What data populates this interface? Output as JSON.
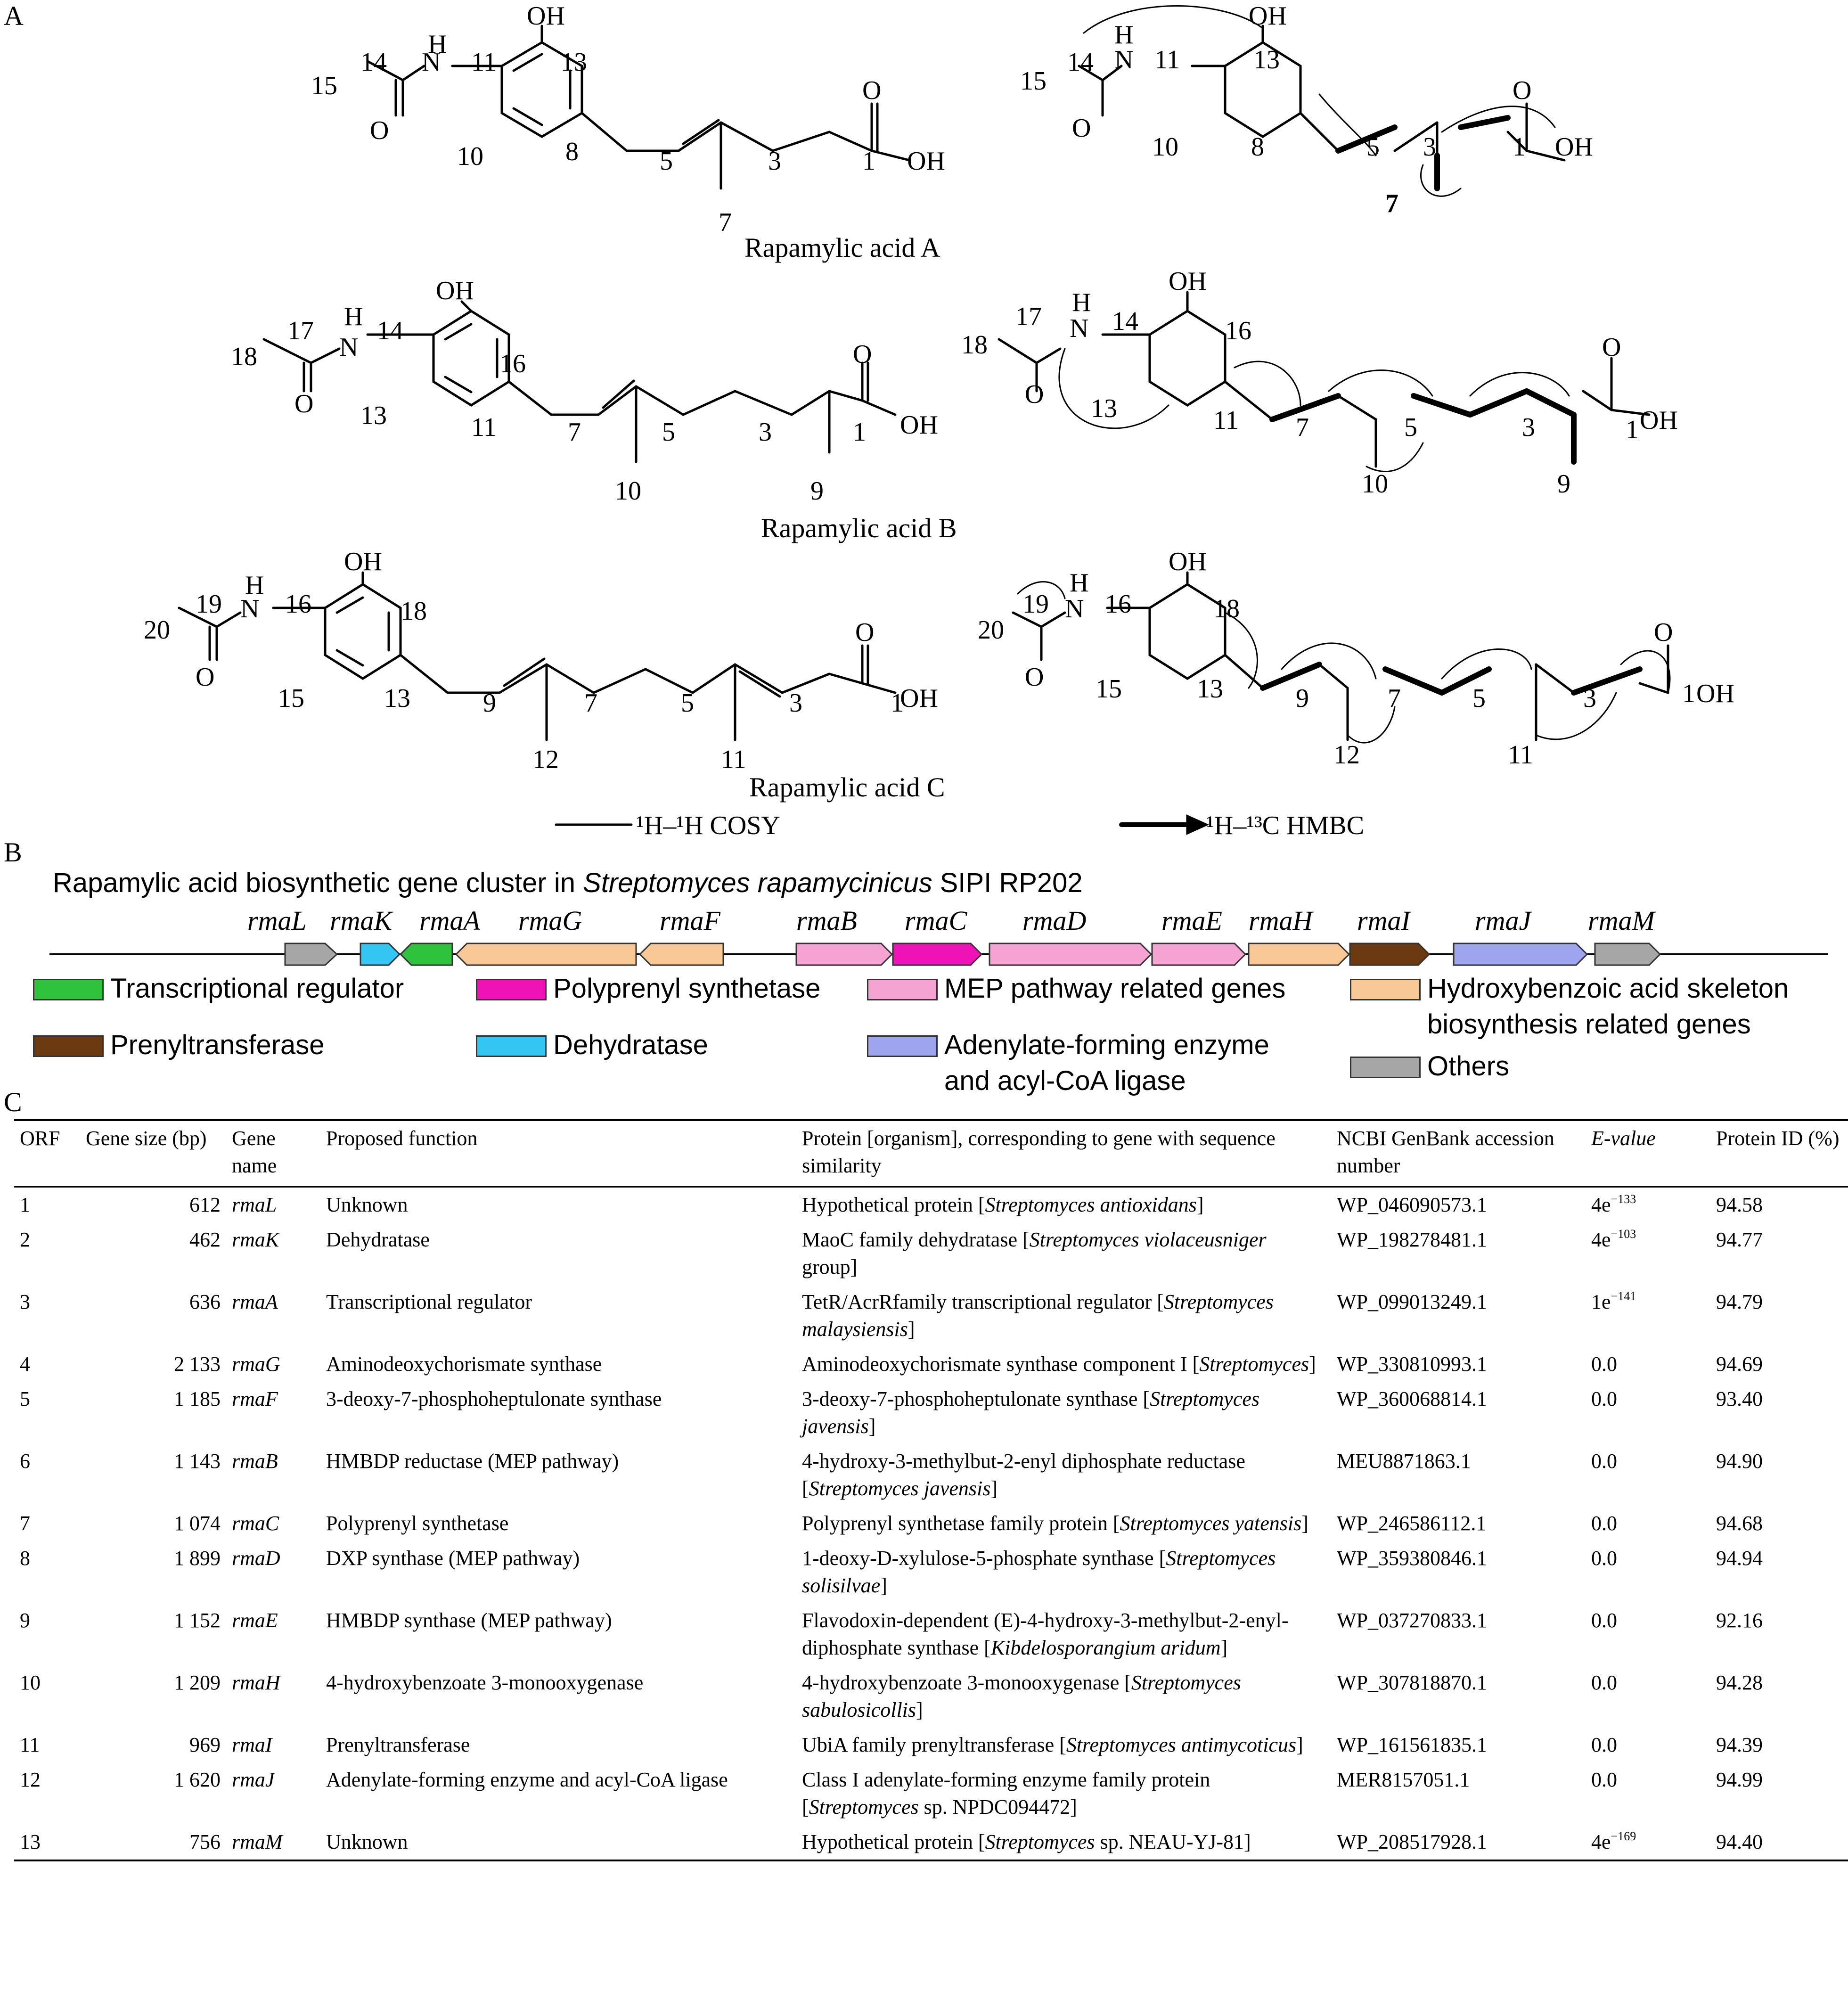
{
  "panel_labels": {
    "a": "A",
    "b": "B",
    "c": "C"
  },
  "molecules": {
    "a": {
      "name": "Rapamylic acid A",
      "numbers": [
        "14",
        "11",
        "13",
        "15",
        "1",
        "10",
        "8",
        "5",
        "3",
        "7"
      ],
      "oh": "OH",
      "nh_h": "H",
      "nh_n": "N",
      "o": "O",
      "acid_o": "O",
      "acid_oh": "OH"
    },
    "b": {
      "name": "Rapamylic acid B",
      "numbers": [
        "17",
        "14",
        "18",
        "16",
        "13",
        "11",
        "7",
        "5",
        "3",
        "1",
        "10",
        "9"
      ],
      "oh": "OH",
      "nh_h": "H",
      "nh_n": "N",
      "o": "O",
      "acid_o": "O",
      "acid_oh": "OH"
    },
    "c": {
      "name": "Rapamylic acid C",
      "numbers": [
        "19",
        "16",
        "20",
        "18",
        "15",
        "13",
        "9",
        "7",
        "5",
        "3",
        "1",
        "12",
        "11"
      ],
      "oh": "OH",
      "nh_h": "H",
      "nh_n": "N",
      "o": "O",
      "acid_o": "O",
      "acid_oh": "OH"
    }
  },
  "nmr_legend": {
    "cosy": "¹H–¹H COSY",
    "hmbc": "¹H–¹³C HMBC"
  },
  "cluster": {
    "title_prefix": "Rapamylic acid biosynthetic gene cluster in ",
    "title_organism": "Streptomyces rapamycinicus",
    "title_suffix": " SIPI RP202",
    "genes": [
      {
        "name": "rmaL",
        "color": "#a6a6a6",
        "dir": "right"
      },
      {
        "name": "rmaK",
        "color": "#33c6f2",
        "dir": "right"
      },
      {
        "name": "rmaA",
        "color": "#2fc23d",
        "dir": "left"
      },
      {
        "name": "rmaG",
        "color": "#f8c896",
        "dir": "left"
      },
      {
        "name": "rmaF",
        "color": "#f8c896",
        "dir": "left"
      },
      {
        "name": "rmaB",
        "color": "#f5a3d2",
        "dir": "right"
      },
      {
        "name": "rmaC",
        "color": "#ee12b7",
        "dir": "right"
      },
      {
        "name": "rmaD",
        "color": "#f5a3d2",
        "dir": "right"
      },
      {
        "name": "rmaE",
        "color": "#f5a3d2",
        "dir": "right"
      },
      {
        "name": "rmaH",
        "color": "#f8c896",
        "dir": "right"
      },
      {
        "name": "rmaI",
        "color": "#6b3a10",
        "dir": "right"
      },
      {
        "name": "rmaJ",
        "color": "#9ea5ee",
        "dir": "right"
      },
      {
        "name": "rmaM",
        "color": "#a6a6a6",
        "dir": "right"
      }
    ],
    "legend": [
      {
        "label": "Transcriptional regulator",
        "color": "#2fc23d"
      },
      {
        "label": "Polyprenyl synthetase",
        "color": "#ee12b7"
      },
      {
        "label": "MEP pathway related genes",
        "color": "#f5a3d2"
      },
      {
        "label": "Hydroxybenzoic acid skeleton biosynthesis related genes",
        "color": "#f8c896"
      },
      {
        "label": "Prenyltransferase",
        "color": "#6b3a10"
      },
      {
        "label": "Dehydratase",
        "color": "#33c6f2"
      },
      {
        "label": "Adenylate-forming enzyme and acyl-CoA ligase",
        "color": "#9ea5ee"
      },
      {
        "label": "Others",
        "color": "#a6a6a6"
      }
    ]
  },
  "table": {
    "headers": [
      "ORF",
      "Gene size (bp)",
      "Gene name",
      "Proposed function",
      "Protein [organism], corresponding to gene with sequence similarity",
      "NCBI GenBank accession number",
      "E-value",
      "Protein ID (%)"
    ],
    "rows": [
      {
        "orf": "1",
        "size": "612",
        "gene": "rmaL",
        "function": "Unknown",
        "protein": "Hypothetical protein [",
        "org": "Streptomyces antioxidans",
        "tail": "]",
        "acc": "WP_046090573.1",
        "evalue": "4e",
        "evexp": "−133",
        "pid": "94.58"
      },
      {
        "orf": "2",
        "size": "462",
        "gene": "rmaK",
        "function": "Dehydratase",
        "protein": "MaoC family dehydratase [",
        "org": "Streptomyces violaceusniger",
        "tail": " group]",
        "acc": "WP_198278481.1",
        "evalue": "4e",
        "evexp": "−103",
        "pid": "94.77"
      },
      {
        "orf": "3",
        "size": "636",
        "gene": "rmaA",
        "function": "Transcriptional regulator",
        "protein": "TetR/AcrRfamily transcriptional regulator [",
        "org": "Streptomyces malaysiensis",
        "tail": "]",
        "acc": "WP_099013249.1",
        "evalue": "1e",
        "evexp": "−141",
        "pid": "94.79"
      },
      {
        "orf": "4",
        "size": "2 133",
        "gene": "rmaG",
        "function": "Aminodeoxychorismate synthase",
        "protein": "Aminodeoxychorismate synthase component I [",
        "org": "Streptomyces",
        "tail": "]",
        "acc": "WP_330810993.1",
        "evalue": "0.0",
        "evexp": "",
        "pid": "94.69"
      },
      {
        "orf": "5",
        "size": "1 185",
        "gene": "rmaF",
        "function": "3-deoxy-7-phosphoheptulonate synthase",
        "protein": "3-deoxy-7-phosphoheptulonate synthase [",
        "org": "Streptomyces javensis",
        "tail": "]",
        "acc": "WP_360068814.1",
        "evalue": "0.0",
        "evexp": "",
        "pid": "93.40"
      },
      {
        "orf": "6",
        "size": "1 143",
        "gene": "rmaB",
        "function": "HMBDP reductase (MEP pathway)",
        "protein": "4-hydroxy-3-methylbut-2-enyl diphosphate reductase [",
        "org": "Streptomyces javensis",
        "tail": "]",
        "acc": "MEU8871863.1",
        "evalue": "0.0",
        "evexp": "",
        "pid": "94.90"
      },
      {
        "orf": "7",
        "size": "1 074",
        "gene": "rmaC",
        "function": "Polyprenyl synthetase",
        "protein": "Polyprenyl synthetase family protein [",
        "org": "Streptomyces yatensis",
        "tail": "]",
        "acc": "WP_246586112.1",
        "evalue": "0.0",
        "evexp": "",
        "pid": "94.68"
      },
      {
        "orf": "8",
        "size": "1 899",
        "gene": "rmaD",
        "function": "DXP synthase (MEP pathway)",
        "protein": "1-deoxy-D-xylulose-5-phosphate synthase [",
        "org": "Streptomyces solisilvae",
        "tail": "]",
        "acc": "WP_359380846.1",
        "evalue": "0.0",
        "evexp": "",
        "pid": "94.94"
      },
      {
        "orf": "9",
        "size": "1 152",
        "gene": "rmaE",
        "function": "HMBDP  synthase (MEP pathway)",
        "protein": "Flavodoxin-dependent (E)-4-hydroxy-3-methylbut-2-enyl-diphosphate synthase [",
        "org": "Kibdelosporangium aridum",
        "tail": "]",
        "acc": "WP_037270833.1",
        "evalue": "0.0",
        "evexp": "",
        "pid": "92.16"
      },
      {
        "orf": "10",
        "size": "1 209",
        "gene": "rmaH",
        "function": "4-hydroxybenzoate 3-monooxygenase",
        "protein": "4-hydroxybenzoate 3-monooxygenase [",
        "org": "Streptomyces sabulosicollis",
        "tail": "]",
        "acc": "WP_307818870.1",
        "evalue": "0.0",
        "evexp": "",
        "pid": "94.28"
      },
      {
        "orf": "11",
        "size": "969",
        "gene": "rmaI",
        "function": "Prenyltransferase",
        "protein": "UbiA family prenyltransferase [",
        "org": "Streptomyces antimycoticus",
        "tail": "]",
        "acc": "WP_161561835.1",
        "evalue": "0.0",
        "evexp": "",
        "pid": "94.39"
      },
      {
        "orf": "12",
        "size": "1 620",
        "gene": "rmaJ",
        "function": "Adenylate-forming enzyme and acyl-CoA ligase",
        "protein": "Class I adenylate-forming enzyme family protein [",
        "org": "Streptomyces",
        "tail": " sp. NPDC094472]",
        "acc": "MER8157051.1",
        "evalue": "0.0",
        "evexp": "",
        "pid": "94.99"
      },
      {
        "orf": "13",
        "size": "756",
        "gene": "rmaM",
        "function": "Unknown",
        "protein": "Hypothetical protein [",
        "org": "Streptomyces",
        "tail": " sp. NEAU-YJ-81]",
        "acc": "WP_208517928.1",
        "evalue": "4e",
        "evexp": "−169",
        "pid": "94.40"
      }
    ]
  }
}
